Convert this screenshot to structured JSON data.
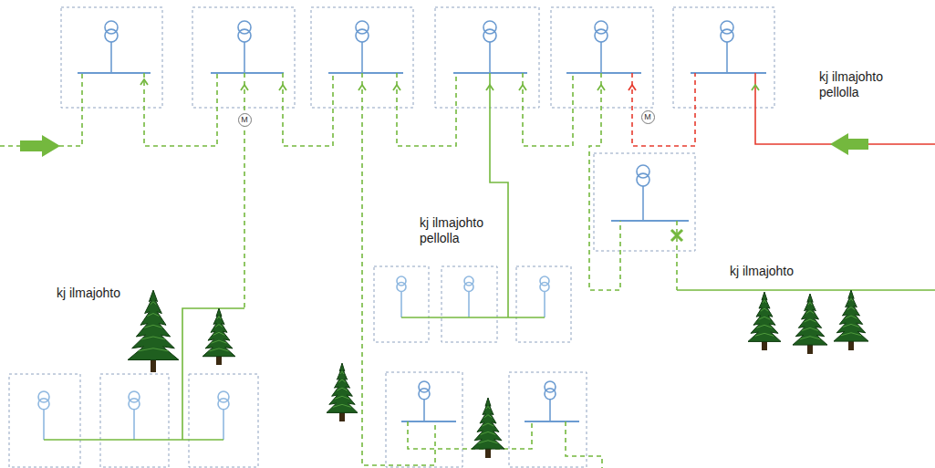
{
  "diagram": {
    "nodes": [
      {
        "text": [
          "M"
        ]
      },
      {
        "text": [
          "M"
        ]
      }
    ],
    "labels": [
      "kj ilmajohto pellolla",
      "kj ilmajohto",
      "kj ilmajohto pellolla",
      "kj ilmajohto"
    ]
  }
}
